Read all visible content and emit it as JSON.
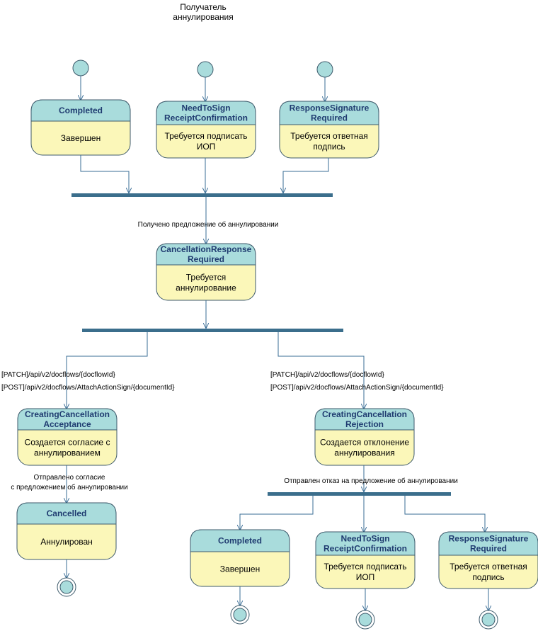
{
  "title": {
    "line1": "Получатель",
    "line2": "аннулирования"
  },
  "states": {
    "completed_top": {
      "head": [
        "Completed"
      ],
      "body": [
        "Завершен"
      ]
    },
    "need_sign_top": {
      "head": [
        "NeedToSign",
        "ReceiptConfirmation"
      ],
      "body": [
        "Требуется подписать",
        "ИОП"
      ]
    },
    "resp_sig_top": {
      "head": [
        "ResponseSignature",
        "Required"
      ],
      "body": [
        "Требуется ответная",
        "подпись"
      ]
    },
    "cancel_resp": {
      "head": [
        "CancellationResponse",
        "Required"
      ],
      "body": [
        "Требуется",
        "аннулирование"
      ]
    },
    "creating_accept": {
      "head": [
        "CreatingCancellation",
        "Acceptance"
      ],
      "body": [
        "Создается согласие с",
        "аннулированием"
      ]
    },
    "creating_reject": {
      "head": [
        "CreatingCancellation",
        "Rejection"
      ],
      "body": [
        "Создается отклонение",
        "аннулирования"
      ]
    },
    "cancelled": {
      "head": [
        "Cancelled"
      ],
      "body": [
        "Аннулирован"
      ]
    },
    "completed_bottom": {
      "head": [
        "Completed"
      ],
      "body": [
        "Завершен"
      ]
    },
    "need_sign_bottom": {
      "head": [
        "NeedToSign",
        "ReceiptConfirmation"
      ],
      "body": [
        "Требуется подписать",
        "ИОП"
      ]
    },
    "resp_sig_bottom": {
      "head": [
        "ResponseSignature",
        "Required"
      ],
      "body": [
        "Требуется ответная",
        "подпись"
      ]
    }
  },
  "labels": {
    "received_proposal": "Получено предложение об аннулировании",
    "left_api_1": "[PATCH]/api/v2/docflows/{docflowId}",
    "left_api_2": "[POST]/api/v2/docflows/AttachActionSign/{documentId}",
    "right_api_1": "[PATCH]/api/v2/docflows/{docflowId}",
    "right_api_2": "[POST]/api/v2/docflows/AttachActionSign/{documentId}",
    "sent_consent_1": "Отправлено согласие",
    "sent_consent_2": "с предложением об аннулировании",
    "sent_refusal": "Отправлен отказ на предложение об аннулировании"
  },
  "colors": {
    "state_header": "#a9dcdc",
    "state_body": "#fbf7b9",
    "border": "#3d5a6b",
    "sync_bar": "#3b6e8c",
    "edge": "#3a6d96",
    "pseudo_state": "#a9dcdc"
  }
}
